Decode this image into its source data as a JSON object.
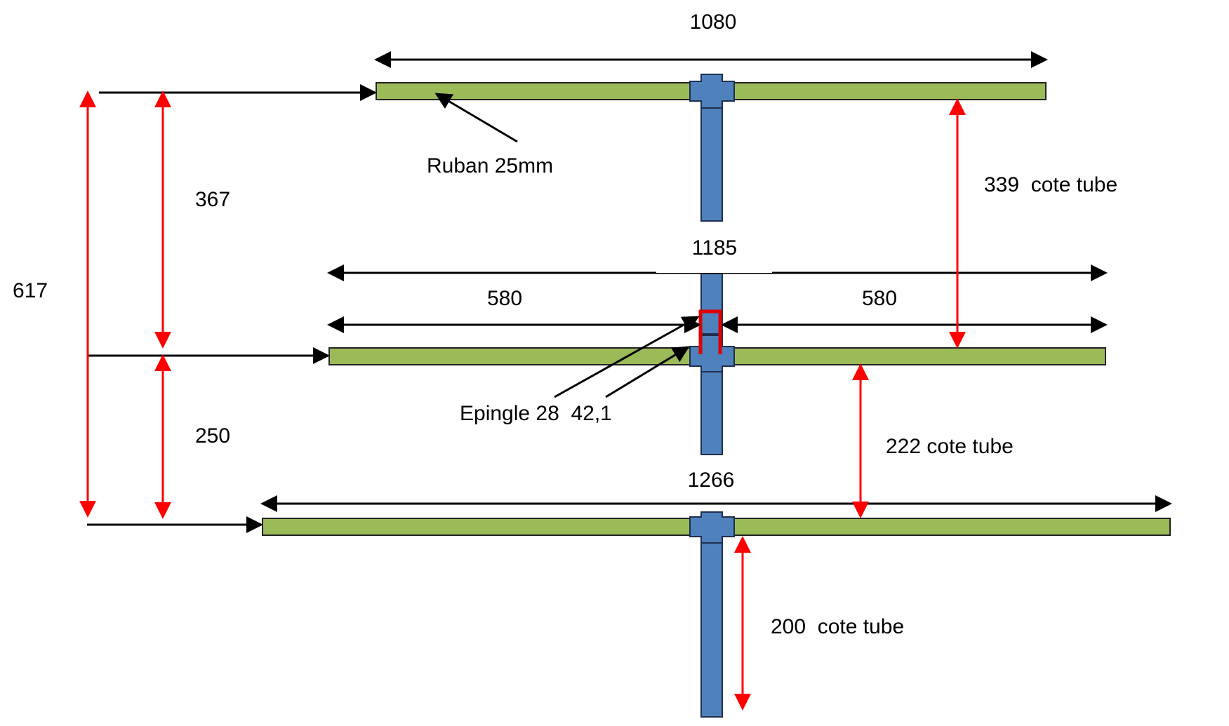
{
  "labels": {
    "top_width": "1080",
    "ruban": "Ruban 25mm",
    "spacing_367": "367",
    "total_617": "617",
    "cote_339": "339  cote tube",
    "mid_width": "1185",
    "half_left": "580",
    "half_right": "580",
    "epingle": "Epingle 28  42,1",
    "spacing_250": "250",
    "cote_222": "222 cote tube",
    "bottom_width": "1266",
    "cote_200": "200  cote tube"
  },
  "colors": {
    "element": "#9bbb59",
    "mast": "#4f81bd",
    "dimension": "#000000",
    "red_dimension": "#ff0000",
    "hairpin": "#e00000"
  }
}
